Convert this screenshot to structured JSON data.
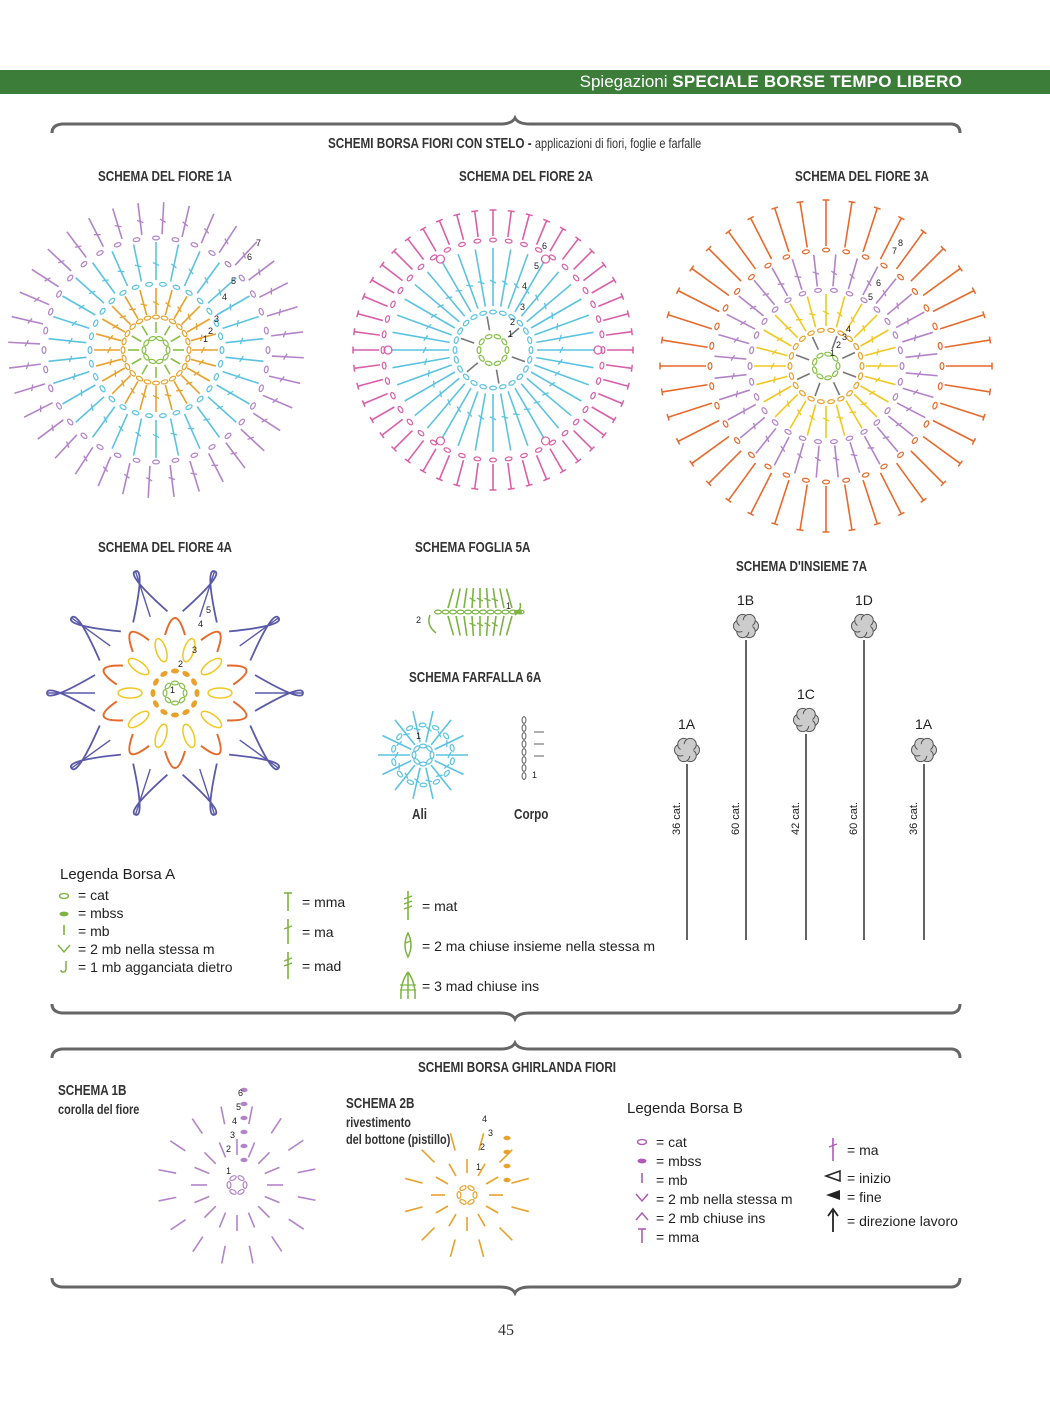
{
  "header": {
    "prefix": "Spiegazioni",
    "title": "SPECIALE BORSE TEMPO LIBERO"
  },
  "section_a": {
    "title": "SCHEMI BORSA FIORI CON STELO -",
    "subtitle": "applicazioni di fiori, foglie e farfalle",
    "diagrams": {
      "fiore_1a": "SCHEMA DEL FIORE 1A",
      "fiore_2a": "SCHEMA DEL FIORE 2A",
      "fiore_3a": "SCHEMA DEL FIORE 3A",
      "fiore_4a": "SCHEMA DEL FIORE 4A",
      "foglia_5a": "SCHEMA FOGLIA 5A",
      "farfalla_6a": "SCHEMA FARFALLA 6A",
      "insieme_7a": "SCHEMA D'INSIEME 7A"
    },
    "butterfly_labels": {
      "ali": "Ali",
      "corpo": "Corpo"
    },
    "stems": [
      {
        "label": "1A",
        "count": "36 cat."
      },
      {
        "label": "1B",
        "count": "60 cat."
      },
      {
        "label": "1C",
        "count": "42 cat."
      },
      {
        "label": "1D",
        "count": "60 cat."
      },
      {
        "label": "1A",
        "count": "36 cat."
      }
    ],
    "legend": {
      "title": "Legenda Borsa A",
      "col1": [
        "= cat",
        "= mbss",
        "= mb",
        "= 2 mb nella stessa m",
        "= 1 mb agganciata dietro"
      ],
      "col2": [
        "= mma",
        "= ma",
        "= mad"
      ],
      "col3": [
        "= mat",
        "= 2 ma chiuse insieme nella stessa m",
        "= 3 mad chiuse ins"
      ]
    }
  },
  "section_b": {
    "title": "SCHEMI BORSA GHIRLANDA FIORI",
    "schema_1b": {
      "title": "SCHEMA 1B",
      "subtitle": "corolla del fiore"
    },
    "schema_2b": {
      "title": "SCHEMA 2B",
      "subtitle1": "rivestimento",
      "subtitle2": "del bottone (pistillo)"
    },
    "legend": {
      "title": "Legenda Borsa B",
      "col1": [
        "= cat",
        "= mbss",
        "= mb",
        "= 2 mb nella stessa m",
        "= 2 mb chiuse ins",
        "= mma"
      ],
      "col2": [
        "= ma",
        "= inizio",
        "= fine",
        "= direzione lavoro"
      ]
    }
  },
  "round_numbers": {
    "fiore_1a": [
      "1",
      "2",
      "3",
      "4",
      "5",
      "6",
      "7"
    ],
    "fiore_2a": [
      "1",
      "2",
      "3",
      "4",
      "5",
      "6"
    ],
    "fiore_3a": [
      "1",
      "2",
      "3",
      "4",
      "5",
      "6",
      "7",
      "8"
    ],
    "fiore_4a": [
      "1",
      "2",
      "3",
      "4",
      "5"
    ],
    "foglia_5a": [
      "1",
      "2"
    ],
    "farfalla_ali": [
      "1"
    ],
    "farfalla_corpo": [
      "1"
    ],
    "schema_1b": [
      "1",
      "2",
      "3",
      "4",
      "5",
      "6"
    ],
    "schema_2b": [
      "1",
      "2",
      "3",
      "4"
    ]
  },
  "colors": {
    "header_green": "#3d7d3a",
    "purple": "#b383c8",
    "cyan": "#5bc3e0",
    "orange": "#e8a22c",
    "green": "#88c048",
    "pink": "#d95fa8",
    "red_orange": "#e66a2c",
    "yellow": "#f0c820",
    "navy": "#5a5aa8",
    "leaf_green": "#7cb342",
    "grey": "#777777"
  },
  "page_number": "45"
}
